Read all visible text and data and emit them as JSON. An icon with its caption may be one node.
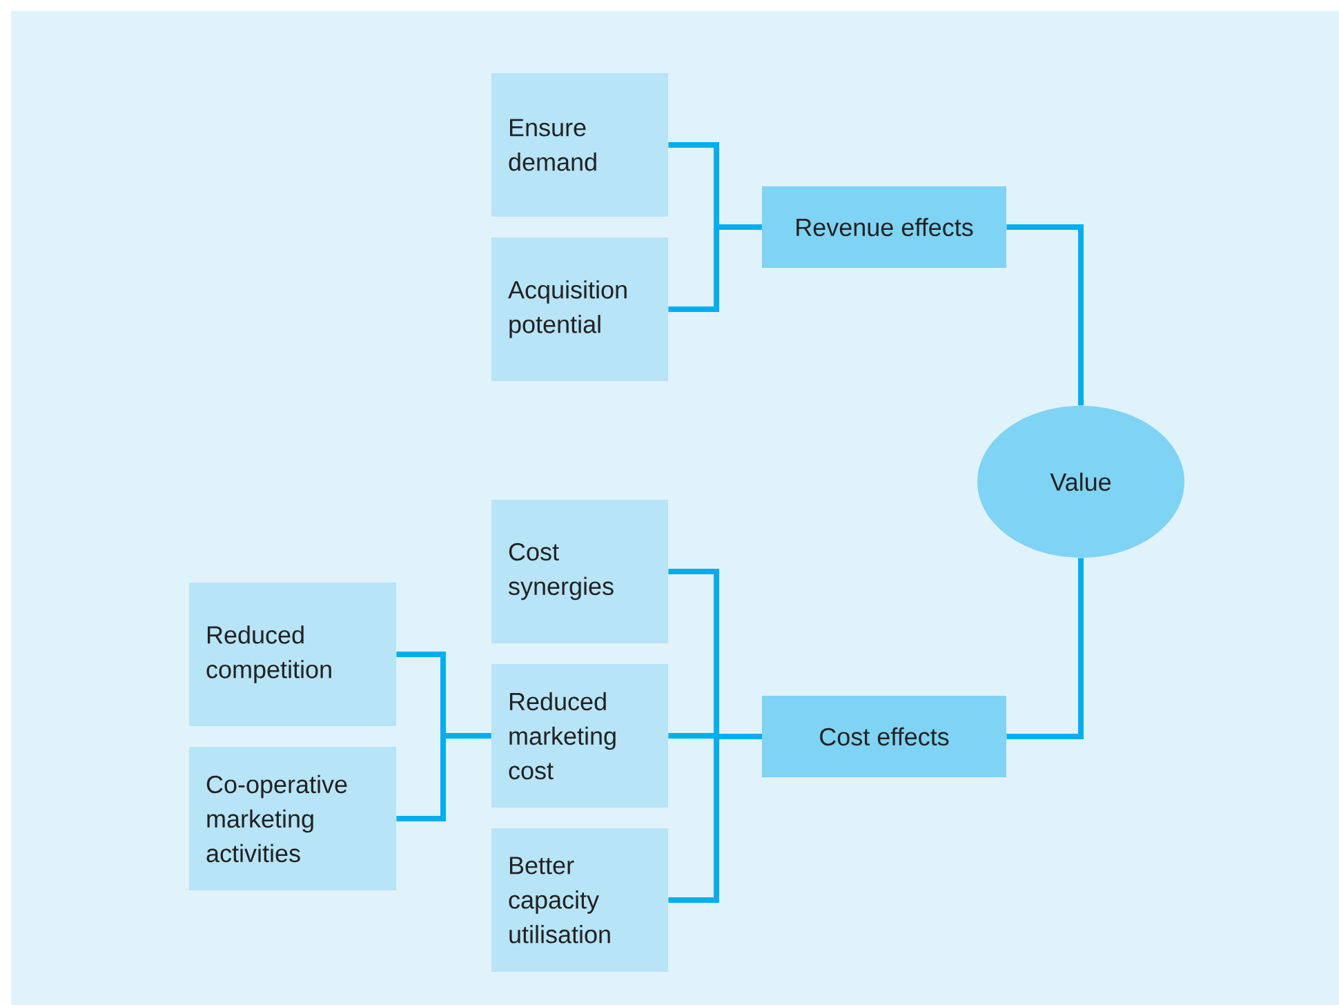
{
  "diagram": {
    "nodes": [
      {
        "text": [
          "Ensure demand"
        ]
      },
      {
        "text": [
          "Acquisition potential"
        ]
      },
      {
        "text": [
          "Revenue effects"
        ]
      },
      {
        "text": [
          "Value"
        ]
      },
      {
        "text": [
          "Cost synergies"
        ]
      },
      {
        "text": [
          "Reduced competition"
        ]
      },
      {
        "text": [
          "Reduced marketing cost"
        ]
      },
      {
        "text": [
          "Cost effects"
        ]
      },
      {
        "text": [
          "Co-operative marketing activities"
        ]
      },
      {
        "text": [
          "Better capacity utilisation"
        ]
      }
    ],
    "edges": [
      {
        "from": 0,
        "to": 2,
        "arrow": "none"
      },
      {
        "from": 1,
        "to": 2,
        "arrow": "none"
      },
      {
        "from": 2,
        "to": 3,
        "arrow": "none"
      },
      {
        "from": 4,
        "to": 7,
        "arrow": "none"
      },
      {
        "from": 6,
        "to": 7,
        "arrow": "none"
      },
      {
        "from": 9,
        "to": 7,
        "arrow": "none"
      },
      {
        "from": 7,
        "to": 3,
        "arrow": "none"
      },
      {
        "from": 5,
        "to": 6,
        "arrow": "none"
      },
      {
        "from": 8,
        "to": 6,
        "arrow": "none"
      }
    ]
  }
}
